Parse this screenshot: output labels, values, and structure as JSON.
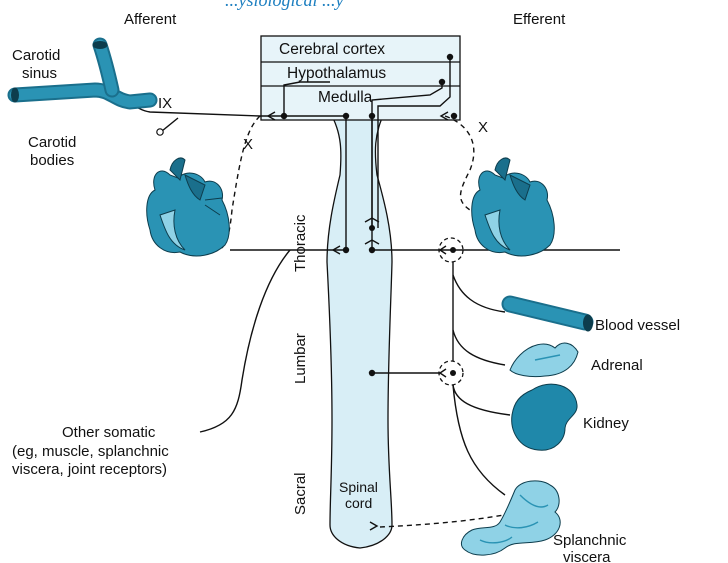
{
  "header": {
    "partial_title": "...ysiological ...y",
    "afferent": "Afferent",
    "efferent": "Efferent"
  },
  "brain": {
    "cortex": "Cerebral cortex",
    "hypothalamus": "Hypothalamus",
    "medulla": "Medulla"
  },
  "spine": {
    "regions": [
      "Thoracic",
      "Lumbar",
      "Sacral"
    ],
    "cord_label_1": "Spinal",
    "cord_label_2": "cord"
  },
  "afferent_labels": {
    "carotid_sinus_1": "Carotid",
    "carotid_sinus_2": "sinus",
    "carotid_bodies_1": "Carotid",
    "carotid_bodies_2": "bodies",
    "nerve_ix": "IX",
    "nerve_x_left": "X",
    "other_somatic_1": "Other somatic",
    "other_somatic_2": "(eg, muscle, splanchnic",
    "other_somatic_3": "viscera, joint receptors)"
  },
  "efferent_labels": {
    "nerve_x_right": "X",
    "blood_vessel": "Blood vessel",
    "adrenal": "Adrenal",
    "kidney": "Kidney",
    "splanchnic_1": "Splanchnic",
    "splanchnic_2": "viscera"
  },
  "colors": {
    "organ_teal": "#2a93b4",
    "organ_dark": "#1a6f8c",
    "organ_light": "#8fd2e6",
    "cord_fill": "#d8eef6",
    "title_blue": "#1d7fc0",
    "title_red": "#d22a2a"
  }
}
